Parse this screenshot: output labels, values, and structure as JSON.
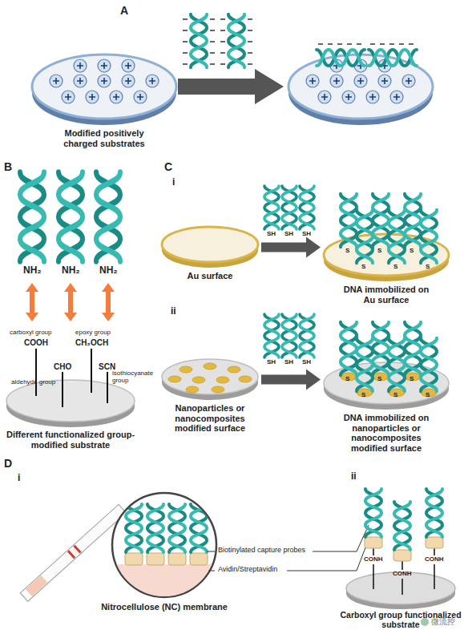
{
  "diagram": {
    "nodes": [
      {
        "text": [
          "Modified positively charged substrates"
        ]
      },
      {
        "text": [
          "Different functionalized group-modified substrate"
        ]
      },
      {
        "text": [
          "Au surface"
        ]
      },
      {
        "text": [
          "DNA immobilized on Au surface"
        ]
      },
      {
        "text": [
          "Nanoparticles or nanocomposites modified surface"
        ]
      },
      {
        "text": [
          "DNA immobilized on nanoparticles or nanocomposites modified surface"
        ]
      },
      {
        "text": [
          "Nitrocellulose (NC) membrane"
        ]
      },
      {
        "text": [
          "Carboxyl group functionalized substrate"
        ]
      }
    ],
    "edges": [
      {
        "from": 2,
        "to": 3,
        "arrow": "to"
      },
      {
        "from": 4,
        "to": 5,
        "arrow": "to"
      }
    ],
    "labels": [
      "A",
      "B",
      "C",
      "i",
      "ii",
      "D",
      "i",
      "ii",
      "NH₂",
      "NH₂",
      "NH₂",
      "carboxyl group",
      "COOH",
      "epoxy group",
      "CH₂OCH",
      "CHO",
      "SCN",
      "aldehyde group",
      "isothiocyanate group",
      "SH",
      "SH",
      "SH",
      "S",
      "S",
      "S",
      "S",
      "S",
      "S",
      "SH",
      "SH",
      "SH",
      "S",
      "S",
      "S",
      "S",
      "S",
      "S",
      "Biotinylated capture probes",
      "Avidin/Streptavidin",
      "CONH",
      "CONH",
      "CONH",
      "微流控"
    ]
  }
}
